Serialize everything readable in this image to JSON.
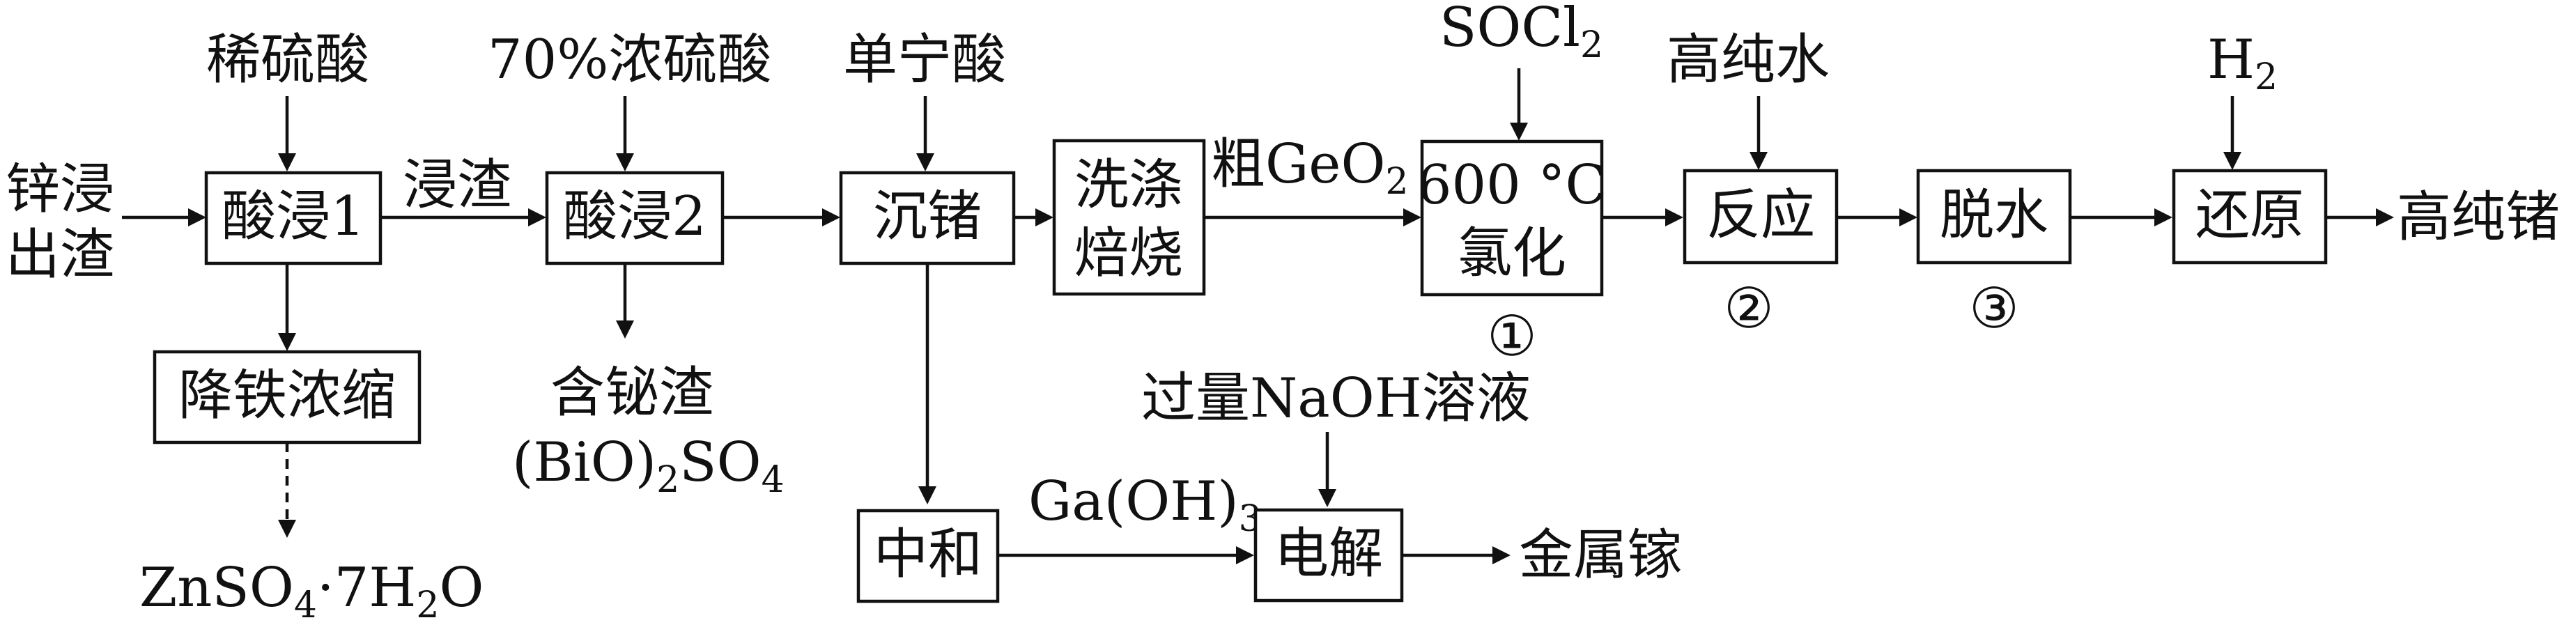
{
  "inputs": {
    "zinc_residue_1": "锌浸",
    "zinc_residue_2": "出渣",
    "dilute_acid": "稀硫酸",
    "conc_acid": "70%浓硫酸",
    "tannic_acid": "单宁酸",
    "socl2_main": "SOCl",
    "socl2_sub": "2",
    "pure_water_in": "高纯水",
    "h2_main": "H",
    "h2_sub": "2",
    "naoh": "过量NaOH溶液"
  },
  "steps": {
    "acid_leach_1": "酸浸1",
    "acid_leach_2": "酸浸2",
    "ge_precip": "沉锗",
    "wash_1": "洗涤",
    "wash_2": "焙烧",
    "chlorination_1": "600 °C",
    "chlorination_2": "氯化",
    "reaction": "反应",
    "dehydrate": "脱水",
    "reduction": "还原",
    "iron_removal": "降铁浓缩",
    "neutralize": "中和",
    "electrolysis": "电解"
  },
  "stream_labels": {
    "leach_residue": "浸渣",
    "crude_geo2_main": "粗GeO",
    "crude_geo2_sub": "2",
    "gaoh3_main": "Ga(OH)",
    "gaoh3_sub": "3"
  },
  "products": {
    "pure_ge": "高纯锗",
    "bi_residue": "含铋渣",
    "biso4_a": "(BiO)",
    "biso4_b": "2",
    "biso4_c": "SO",
    "biso4_d": "4",
    "znso4_a": "ZnSO",
    "znso4_b": "4",
    "znso4_c": "·7H",
    "znso4_d": "2",
    "znso4_e": "O",
    "gallium": "金属镓"
  },
  "markers": {
    "step1": "①",
    "step2": "②",
    "step3": "③"
  }
}
